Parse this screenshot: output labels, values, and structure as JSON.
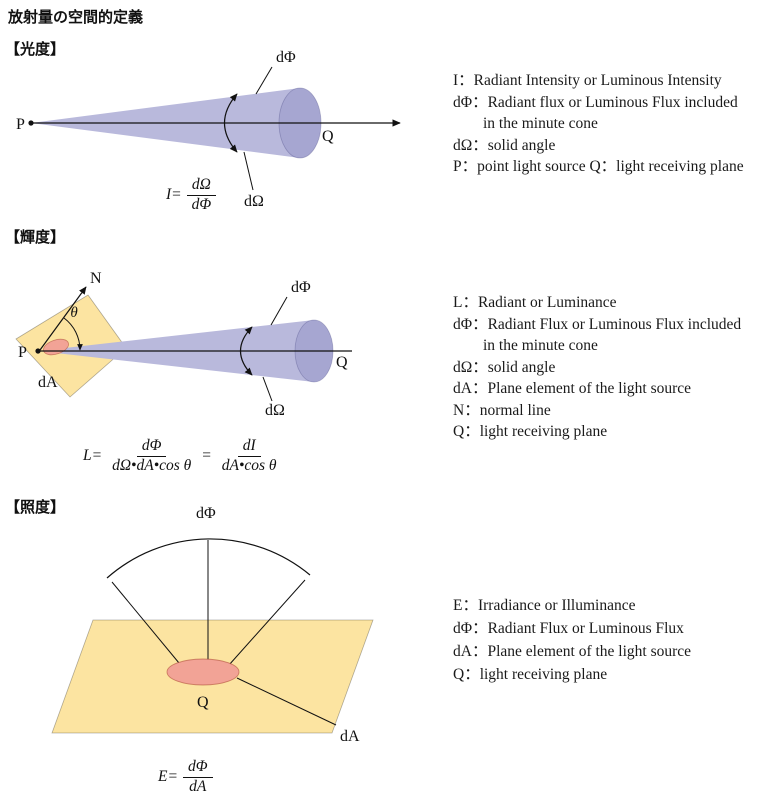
{
  "page_title": "放射量の空間的定義",
  "colors": {
    "cone": "#b9b9dc",
    "cone-cap": "#a6a6d1",
    "plane": "#fce4a1",
    "spot": "#f2a396"
  },
  "sections": {
    "kodo": {
      "heading": "【光度】",
      "labels": {
        "p": "P",
        "q": "Q",
        "dphi": "dΦ",
        "domega": "dΩ"
      },
      "formula": {
        "lhs": "I=",
        "num": "dΩ",
        "den": "dΦ"
      },
      "legend": [
        "I：Radiant Intensity or Luminous Intensity",
        "dΦ：Radiant flux or Luminous Flux included",
        "in the minute cone",
        "dΩ：solid angle",
        "P：point light source Q：light receiving plane"
      ]
    },
    "kido": {
      "heading": "【輝度】",
      "labels": {
        "p": "P",
        "q": "Q",
        "n": "N",
        "theta": "θ",
        "da": "dA",
        "dphi": "dΦ",
        "domega": "dΩ"
      },
      "formula": {
        "lhs": "L=",
        "num1": "dΦ",
        "den1": "dΩ•dA•cos θ",
        "eq": "=",
        "num2": "dI",
        "den2": "dA•cos θ"
      },
      "legend": [
        "L：Radiant or Luminance",
        "dΦ：Radiant Flux or Luminous Flux included",
        "in the minute cone",
        "dΩ：solid angle",
        "dA：Plane element of the light source",
        "N：normal line",
        "Q：light receiving plane"
      ]
    },
    "shodo": {
      "heading": "【照度】",
      "labels": {
        "q": "Q",
        "da": "dA",
        "dphi": "dΦ"
      },
      "formula": {
        "lhs": "E=",
        "num": "dΦ",
        "den": "dA"
      },
      "legend": [
        "E：Irradiance or Illuminance",
        "dΦ：Radiant Flux or Luminous Flux",
        "dA：Plane element of the light source",
        "Q：light receiving plane"
      ]
    }
  }
}
